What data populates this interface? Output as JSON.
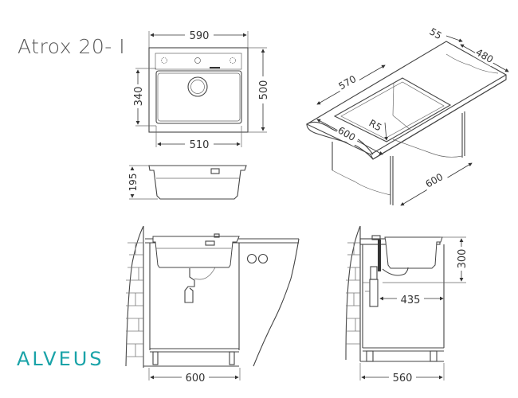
{
  "title": "Atrox 20- I",
  "brand": {
    "logo_text": "ALVEUS",
    "color": "#1aa3a8"
  },
  "views": {
    "top_view": {
      "width_label": "590",
      "depth_label": "500",
      "bowl_depth_label": "340",
      "bowl_width_label": "510"
    },
    "side_section": {
      "height_label": "195"
    },
    "isometric": {
      "depth_label": "55",
      "worktop_label": "480",
      "length_label": "570",
      "radius_label": "R5",
      "front_label": "600",
      "cabinet_label": "600"
    },
    "front_install": {
      "cabinet_width_label": "600"
    },
    "side_install": {
      "bowl_depth_label": "300",
      "drain_offset_label": "435",
      "cabinet_depth_label": "560"
    }
  },
  "colors": {
    "line": "#444444",
    "text": "#333333",
    "accent": "#1aa3a8"
  }
}
